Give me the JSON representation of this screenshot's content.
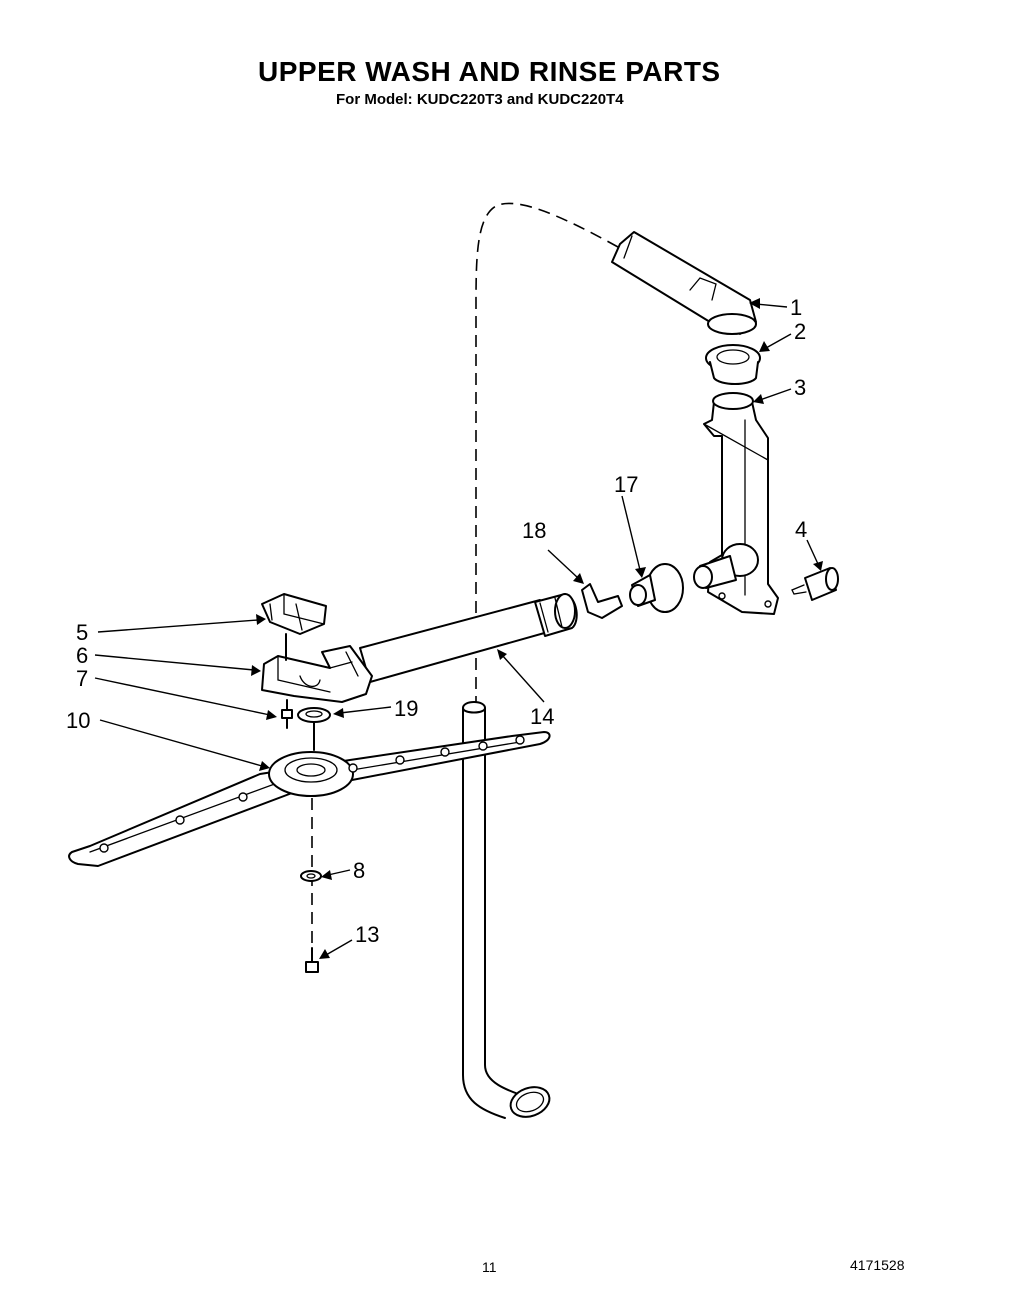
{
  "header": {
    "title": "UPPER WASH AND RINSE PARTS",
    "subtitle": "For Model: KUDC220T3 and KUDC220T4"
  },
  "callouts": [
    "1",
    "2",
    "3",
    "4",
    "5",
    "6",
    "7",
    "8",
    "10",
    "13",
    "14",
    "17",
    "18",
    "19"
  ],
  "footer": {
    "page_number": "11",
    "document_number": "4171528"
  }
}
